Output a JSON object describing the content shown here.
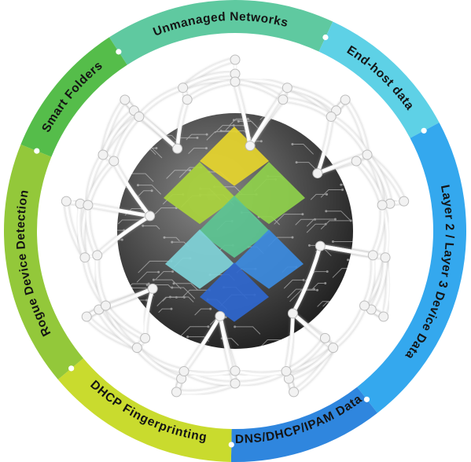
{
  "ring": {
    "segments": [
      {
        "label": "Unmanaged  Networks",
        "color": "#5fc9a0"
      },
      {
        "label": "End-host  data",
        "color": "#5ed1e6"
      },
      {
        "label": "Layer  2  /  Layer  3  Device  Data",
        "color": "#34a8ee"
      },
      {
        "label": "DNS/DHCP/IPAM  Data",
        "color": "#2f86de"
      },
      {
        "label": "DHCP  Fingerprinting",
        "color": "#c9db2e"
      },
      {
        "label": "Rogue  Device  Detection",
        "color": "#93c83a"
      },
      {
        "label": "Smart  Folders",
        "color": "#55bd4a"
      }
    ]
  },
  "center": {
    "tiles": [
      {
        "color": "#e6d52c"
      },
      {
        "color": "#a9d43c"
      },
      {
        "color": "#8fd14b"
      },
      {
        "color": "#5cc692"
      },
      {
        "color": "#7fd3d8"
      },
      {
        "color": "#3c8bdf"
      },
      {
        "color": "#2f67cf"
      }
    ]
  }
}
